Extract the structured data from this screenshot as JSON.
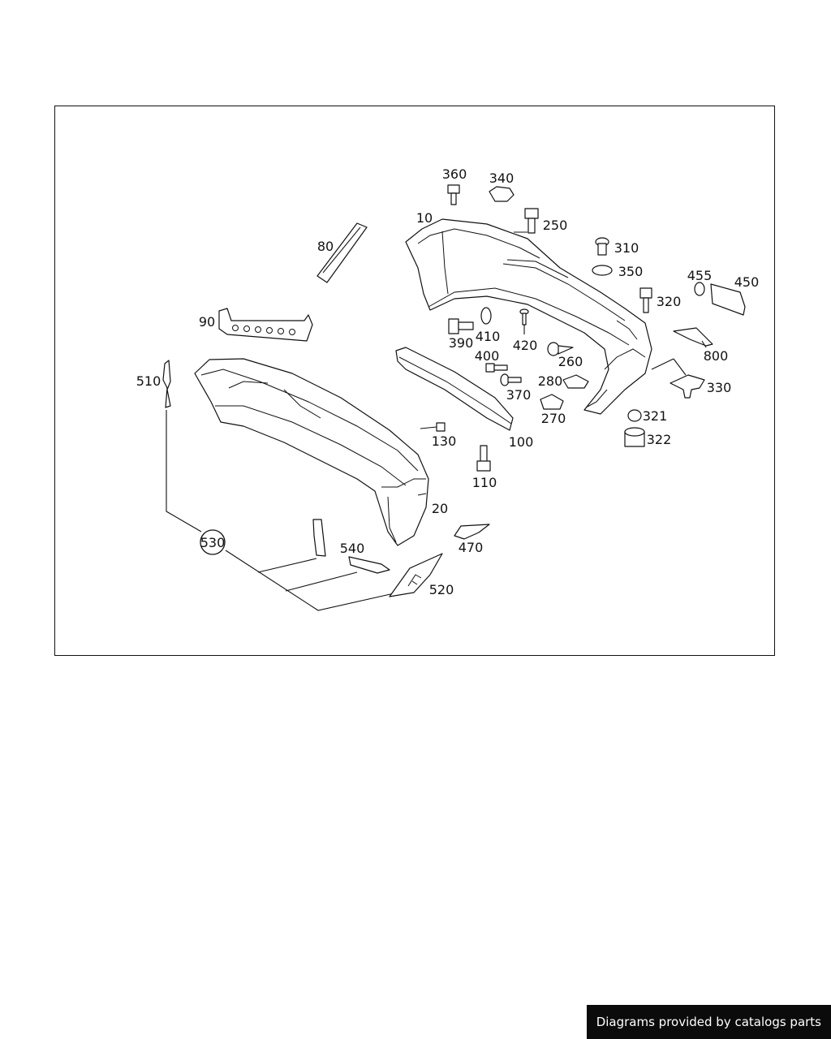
{
  "diagram": {
    "callouts": {
      "p10": "10",
      "p20": "20",
      "p80": "80",
      "p90": "90",
      "p100": "100",
      "p110": "110",
      "p130": "130",
      "p250": "250",
      "p260": "260",
      "p270": "270",
      "p280": "280",
      "p310": "310",
      "p320": "320",
      "p321": "321",
      "p322": "322",
      "p330": "330",
      "p340": "340",
      "p350": "350",
      "p360": "360",
      "p370": "370",
      "p390": "390",
      "p400": "400",
      "p410": "410",
      "p420": "420",
      "p450": "450",
      "p455": "455",
      "p470": "470",
      "p510": "510",
      "p520": "520",
      "p530": "530",
      "p540": "540",
      "p800": "800"
    }
  },
  "footer": {
    "credit": "Diagrams provided by catalogs parts"
  }
}
